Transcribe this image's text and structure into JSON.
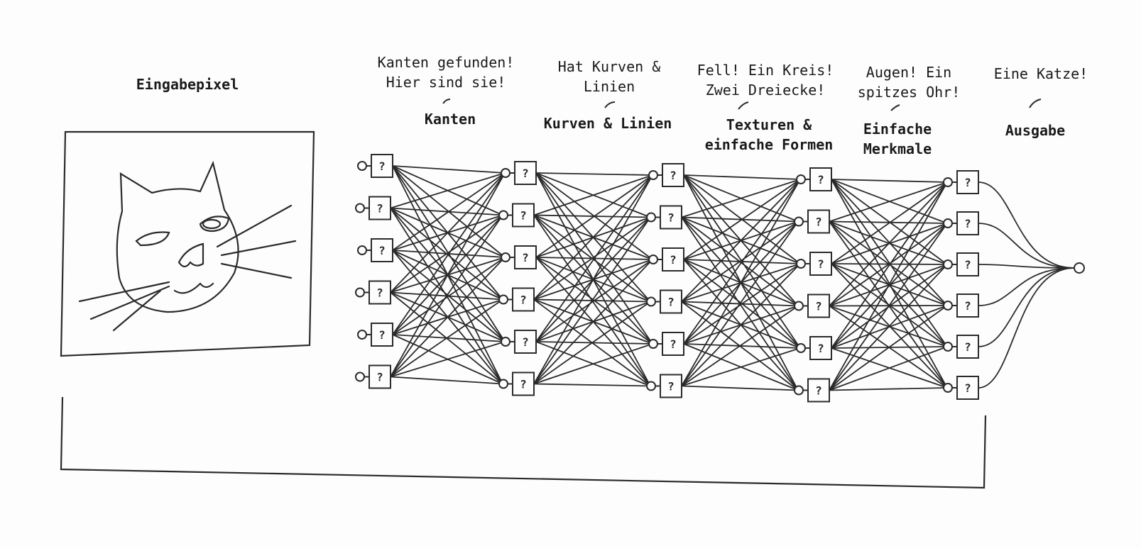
{
  "input": {
    "title": "Eingabepixel"
  },
  "layers": [
    {
      "speech": "Kanten gefunden!\nHier sind sie!",
      "title": "Kanten"
    },
    {
      "speech": "Hat Kurven &\nLinien",
      "title": "Kurven & Linien"
    },
    {
      "speech": "Fell! Ein Kreis!\nZwei Dreiecke!",
      "title": "Texturen &\neinfache Formen"
    },
    {
      "speech": "Augen! Ein\nspitzes Ohr!",
      "title": "Einfache\nMerkmale"
    },
    {
      "speech": "Eine Katze!",
      "title": "Ausgabe"
    }
  ],
  "node_symbol": "?",
  "neurons_per_layer": 6,
  "layer_count": 6,
  "colors": {
    "ink": "#2b2b2b",
    "paper": "#fdfdfd"
  }
}
